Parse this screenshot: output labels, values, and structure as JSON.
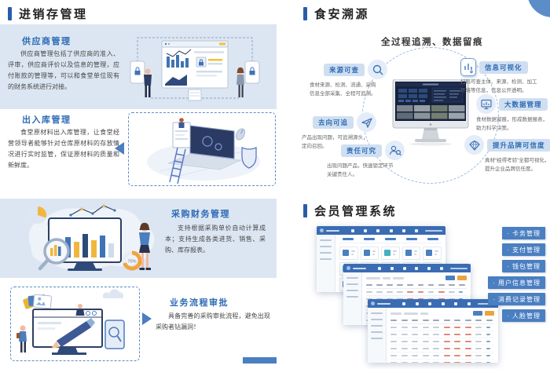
{
  "colors": {
    "accent_blue": "#2e6bb5",
    "deep_blue": "#2a5da9",
    "panel_blue": "#dce6f2",
    "button_blue": "#4a7fc1",
    "pill_blue": "#cfdff1",
    "shot_header_blue": "#3a6cb4",
    "corner_blue": "#5b8ec6",
    "orange": "#eda23f",
    "table_red": "#e08a76"
  },
  "left": {
    "title": "进销存管理",
    "sections": [
      {
        "heading": "供应商管理",
        "body": "供应商管理包括了供应商的准入、评审，供应商评价以及信息的管理，应付账款的管理等，可以和食堂单位现有的财务系统进行对接。"
      },
      {
        "heading": "出入库管理",
        "body": "食堂原材料出入库管理，让食堂经营领导者能够针对仓库原材料的存放情况进行实时监管，保证原材料的质量和新鲜度。"
      },
      {
        "heading": "采购财务管理",
        "body": "支持根据采购单价自动计算成本；支持生成各类进货、销售、采购、库存报表。"
      },
      {
        "heading": "业务流程审批",
        "body": "具备完善的采购审批流程，避免出现采购者钻漏洞！"
      }
    ],
    "finance_donut_label": "70%"
  },
  "trace": {
    "title": "食安溯源",
    "subtitle": "全过程追溯、数据留痕",
    "nodes": [
      {
        "label": "来源可查",
        "desc": "食材来源、检测、流通、采购\n信息全部采集、全程可追溯。",
        "icon": "magnifier-icon"
      },
      {
        "label": "去向可追",
        "desc": "产品出现问题，可追溯源头，\n定向召回。",
        "icon": "paper-plane-icon"
      },
      {
        "label": "责任可究",
        "desc": "出现问题产品，快速锁定环节\n关键责任人。",
        "icon": "person-search-icon"
      },
      {
        "label": "信息可视化",
        "desc": "扫码可查主体、来源、检测、加工\n环境等信息，信息公开透明。",
        "icon": "bar-chart-icon"
      },
      {
        "label": "大数据管理",
        "desc": "食材数据留痕，形成数据报表，\n助力科学决策。",
        "icon": "monitor-chart-icon"
      },
      {
        "label": "提升品牌可信度",
        "desc": "真材“经得考验”全都可视化，\n提升企业品牌信任度。",
        "icon": "diamond-icon"
      }
    ]
  },
  "member": {
    "title": "会员管理系统",
    "labels": [
      "· 卡务管理",
      "· 支付管理",
      "· 钱包管理",
      "· 用户信息管理",
      "· 消费记录管理",
      "· 人脸管理"
    ]
  }
}
